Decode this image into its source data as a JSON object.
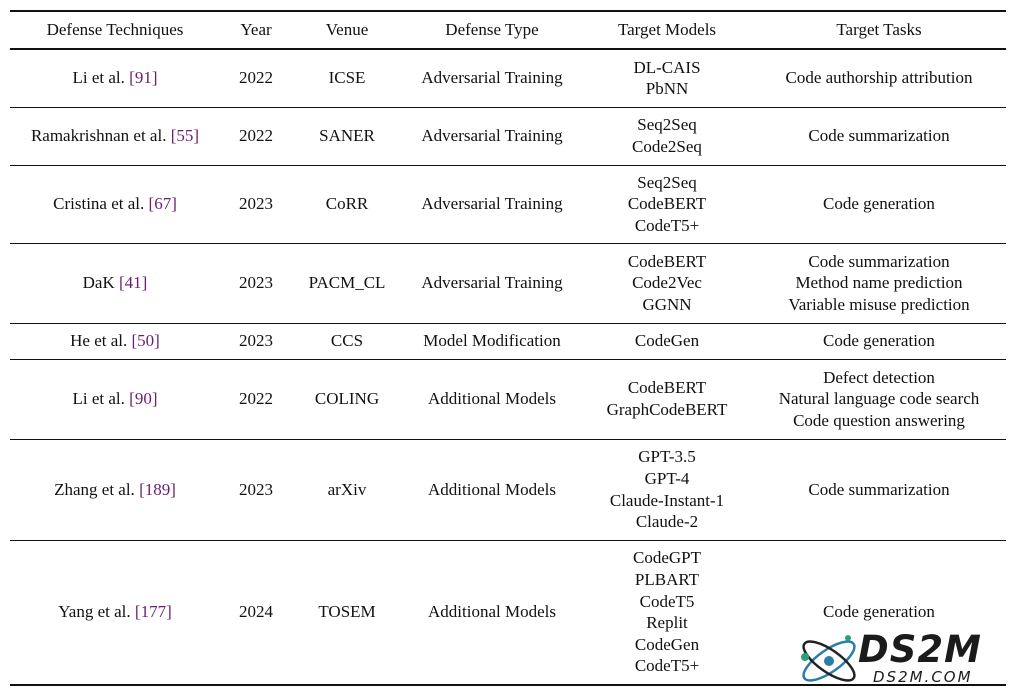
{
  "table": {
    "headers": [
      "Defense Techniques",
      "Year",
      "Venue",
      "Defense Type",
      "Target Models",
      "Target Tasks"
    ],
    "rows": [
      {
        "author": "Li et al.",
        "ref": "91",
        "year": "2022",
        "venue": "ICSE",
        "type": "Adversarial Training",
        "models": [
          "DL-CAIS",
          "PbNN"
        ],
        "tasks": [
          "Code authorship attribution"
        ]
      },
      {
        "author": "Ramakrishnan et al.",
        "ref": "55",
        "year": "2022",
        "venue": "SANER",
        "type": "Adversarial Training",
        "models": [
          "Seq2Seq",
          "Code2Seq"
        ],
        "tasks": [
          "Code summarization"
        ]
      },
      {
        "author": "Cristina et al.",
        "ref": "67",
        "year": "2023",
        "venue": "CoRR",
        "type": "Adversarial Training",
        "models": [
          "Seq2Seq",
          "CodeBERT",
          "CodeT5+"
        ],
        "tasks": [
          "Code generation"
        ]
      },
      {
        "author": "DaK",
        "ref": "41",
        "year": "2023",
        "venue": "PACM_CL",
        "type": "Adversarial Training",
        "models": [
          "CodeBERT",
          "Code2Vec",
          "GGNN"
        ],
        "tasks": [
          "Code summarization",
          "Method name prediction",
          "Variable misuse prediction"
        ]
      },
      {
        "author": "He et al.",
        "ref": "50",
        "year": "2023",
        "venue": "CCS",
        "type": "Model Modification",
        "models": [
          "CodeGen"
        ],
        "tasks": [
          "Code generation"
        ]
      },
      {
        "author": "Li et al.",
        "ref": "90",
        "year": "2022",
        "venue": "COLING",
        "type": "Additional Models",
        "models": [
          "CodeBERT",
          "GraphCodeBERT"
        ],
        "tasks": [
          "Defect detection",
          "Natural language code search",
          "Code question answering"
        ]
      },
      {
        "author": "Zhang et al.",
        "ref": "189",
        "year": "2023",
        "venue": "arXiv",
        "type": "Additional Models",
        "models": [
          "GPT-3.5",
          "GPT-4",
          "Claude-Instant-1",
          "Claude-2"
        ],
        "tasks": [
          "Code summarization"
        ]
      },
      {
        "author": "Yang et al.",
        "ref": "177",
        "year": "2024",
        "venue": "TOSEM",
        "type": "Additional Models",
        "models": [
          "CodeGPT",
          "PLBART",
          "CodeT5",
          "Replit",
          "CodeGen",
          "CodeT5+"
        ],
        "tasks": [
          "Code generation"
        ]
      }
    ]
  },
  "watermark": {
    "title": "DS2M",
    "subtitle": "DS2M.COM"
  }
}
